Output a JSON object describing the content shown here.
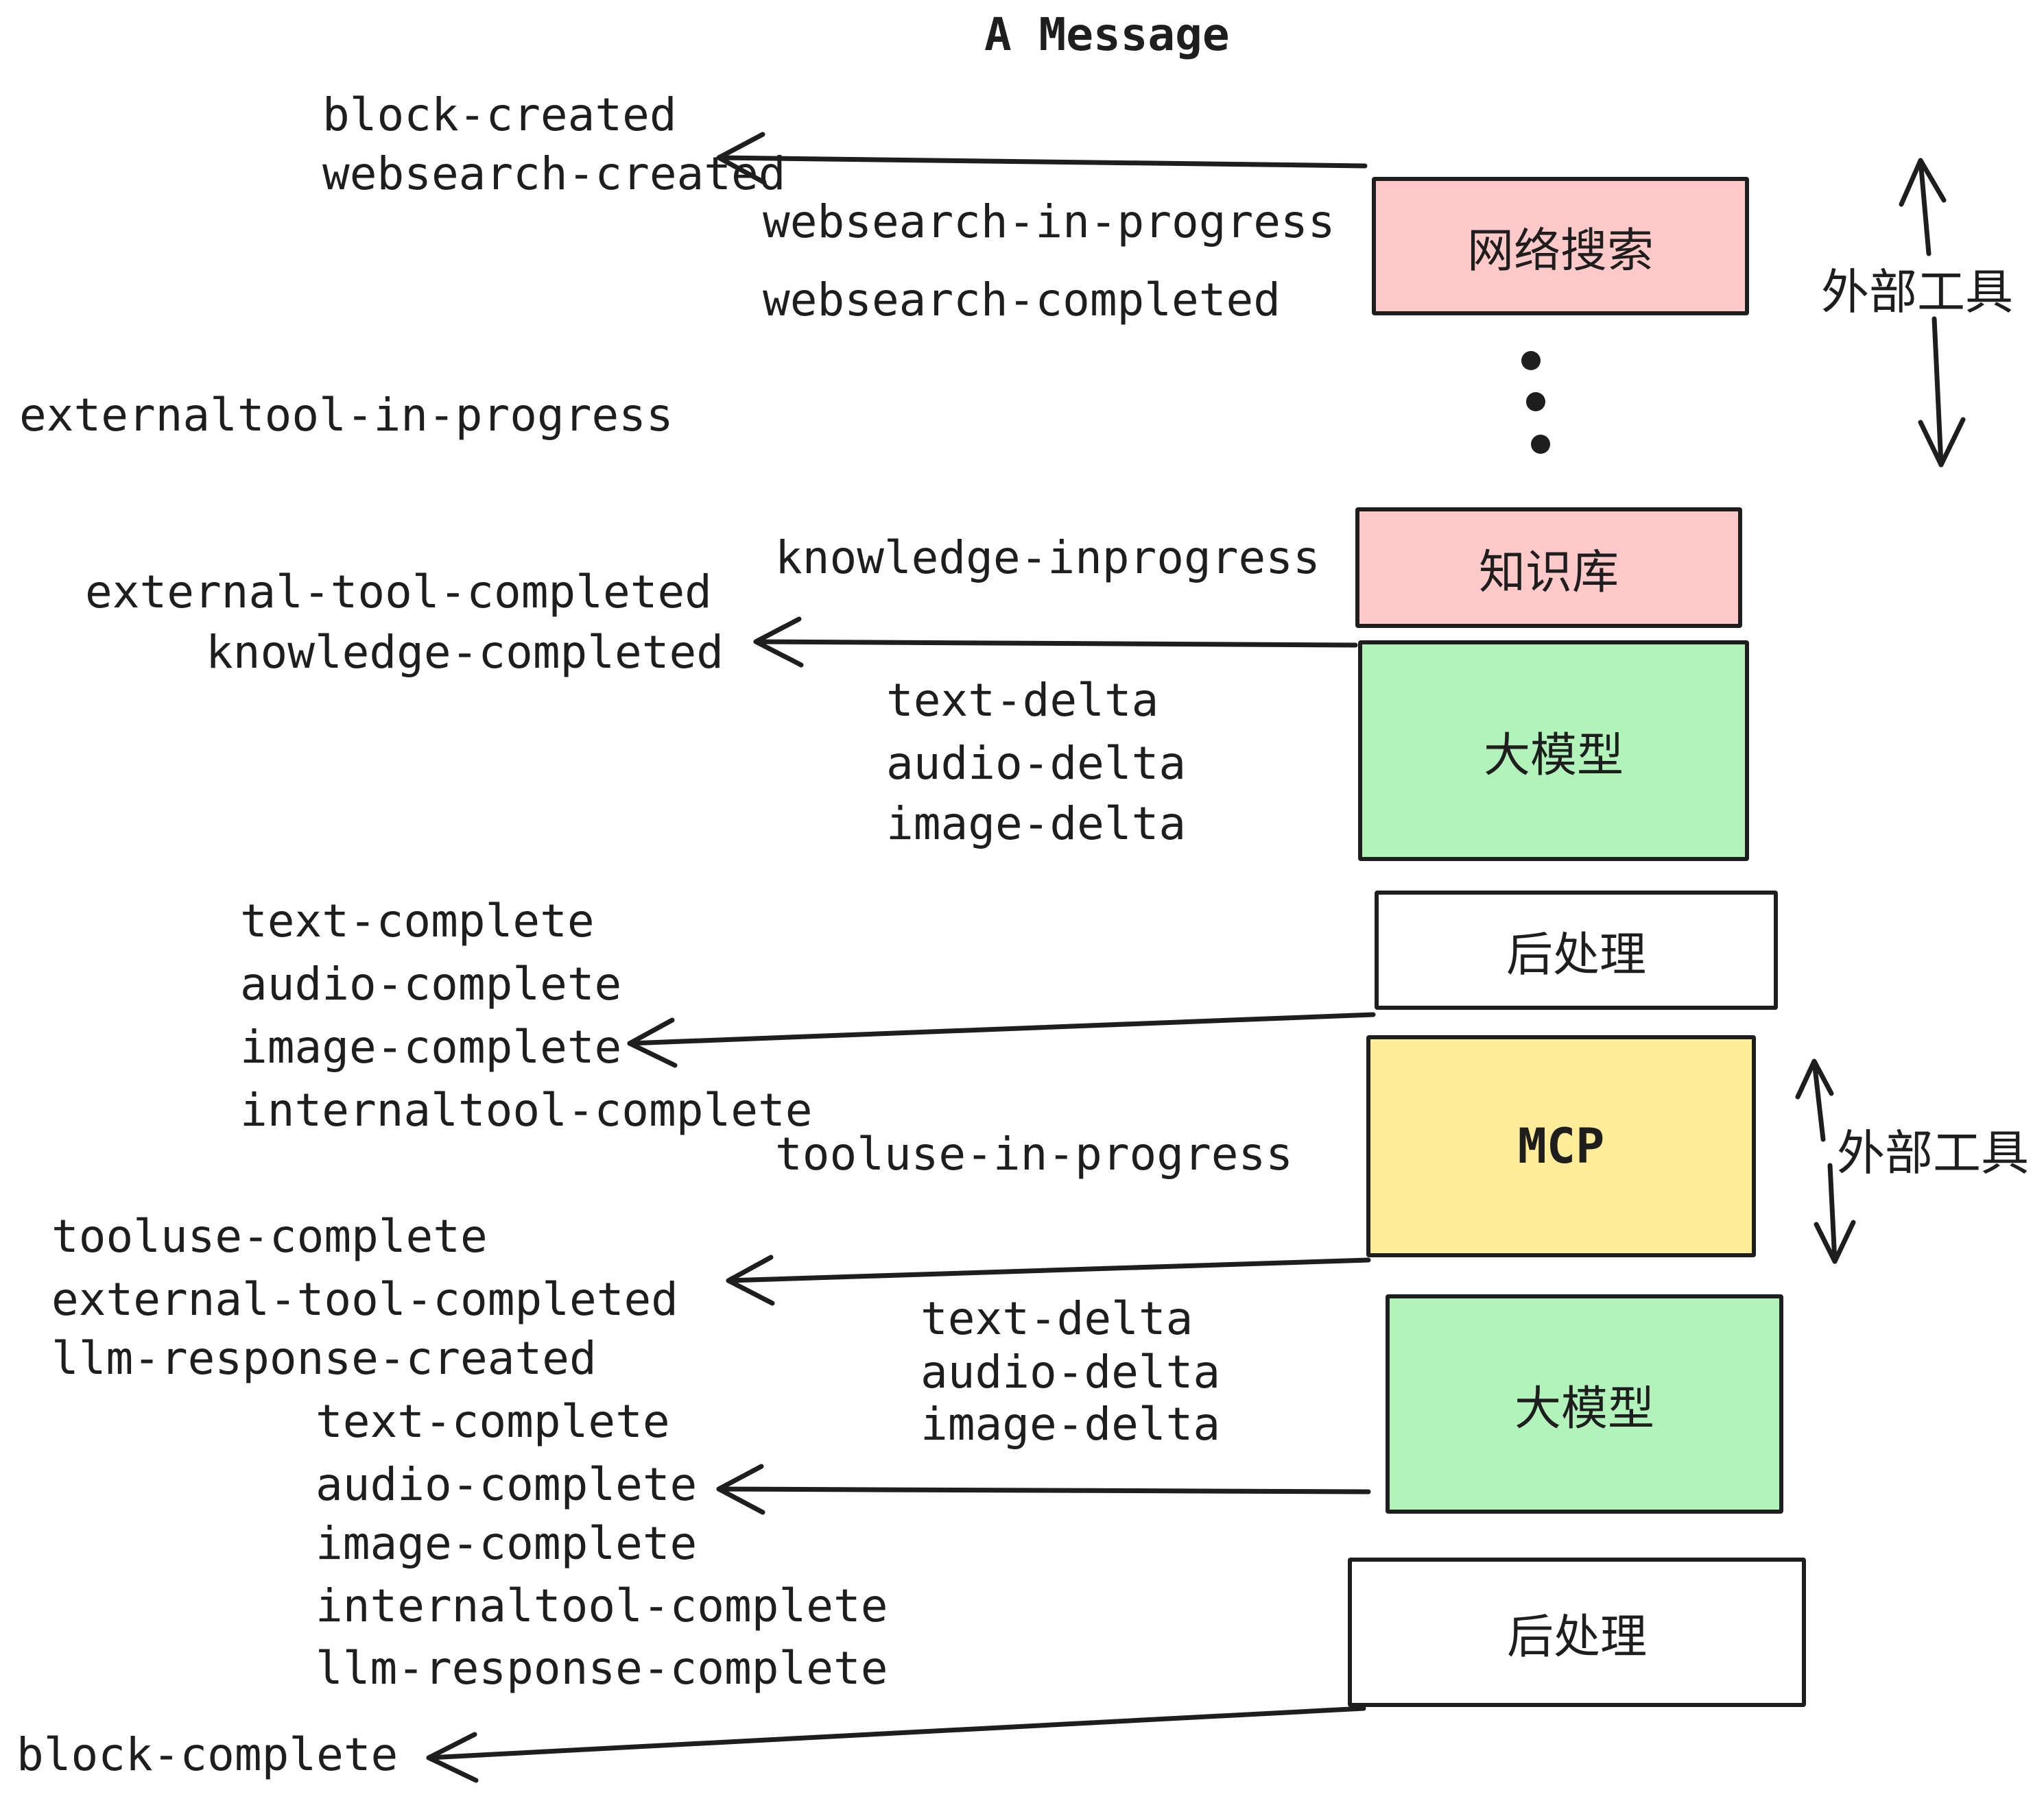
{
  "title": "A Message",
  "colors": {
    "box_pink": "#ffc9c9",
    "box_green": "#b2f2bb",
    "box_yellow": "#ffec99",
    "box_white": "#ffffff",
    "ink": "#1e1e1e",
    "background": "#ffffff"
  },
  "boxes": {
    "websearch": {
      "label": "网络搜索"
    },
    "knowledge": {
      "label": "知识库"
    },
    "llm1": {
      "label": "大模型"
    },
    "post1": {
      "label": "后处理"
    },
    "mcp": {
      "label": "MCP"
    },
    "llm2": {
      "label": "大模型"
    },
    "post2": {
      "label": "后处理"
    }
  },
  "side_labels": {
    "external_tools_top": "外部工具",
    "external_tools_bottom": "外部工具"
  },
  "events": {
    "block_created": "block-created",
    "websearch_created": "websearch-created",
    "websearch_in_progress": "websearch-in-progress",
    "websearch_completed": "websearch-completed",
    "externaltool_in_progress": "externaltool-in-progress",
    "knowledge_inprogress": "knowledge-inprogress",
    "external_tool_completed_1": "external-tool-completed",
    "knowledge_completed": "knowledge-completed",
    "text_delta_1": "text-delta",
    "audio_delta_1": "audio-delta",
    "image_delta_1": "image-delta",
    "text_complete_1": "text-complete",
    "audio_complete_1": "audio-complete",
    "image_complete_1": "image-complete",
    "internaltool_complete_1": "internaltool-complete",
    "tooluse_in_progress": "tooluse-in-progress",
    "tooluse_complete": "tooluse-complete",
    "external_tool_completed_2": "external-tool-completed",
    "llm_response_created": "llm-response-created",
    "text_delta_2": "text-delta",
    "audio_delta_2": "audio-delta",
    "image_delta_2": "image-delta",
    "text_complete_2": "text-complete",
    "audio_complete_2": "audio-complete",
    "image_complete_2": "image-complete",
    "internaltool_complete_2": "internaltool-complete",
    "llm_response_complete": "llm-response-complete",
    "block_complete": "block-complete"
  }
}
